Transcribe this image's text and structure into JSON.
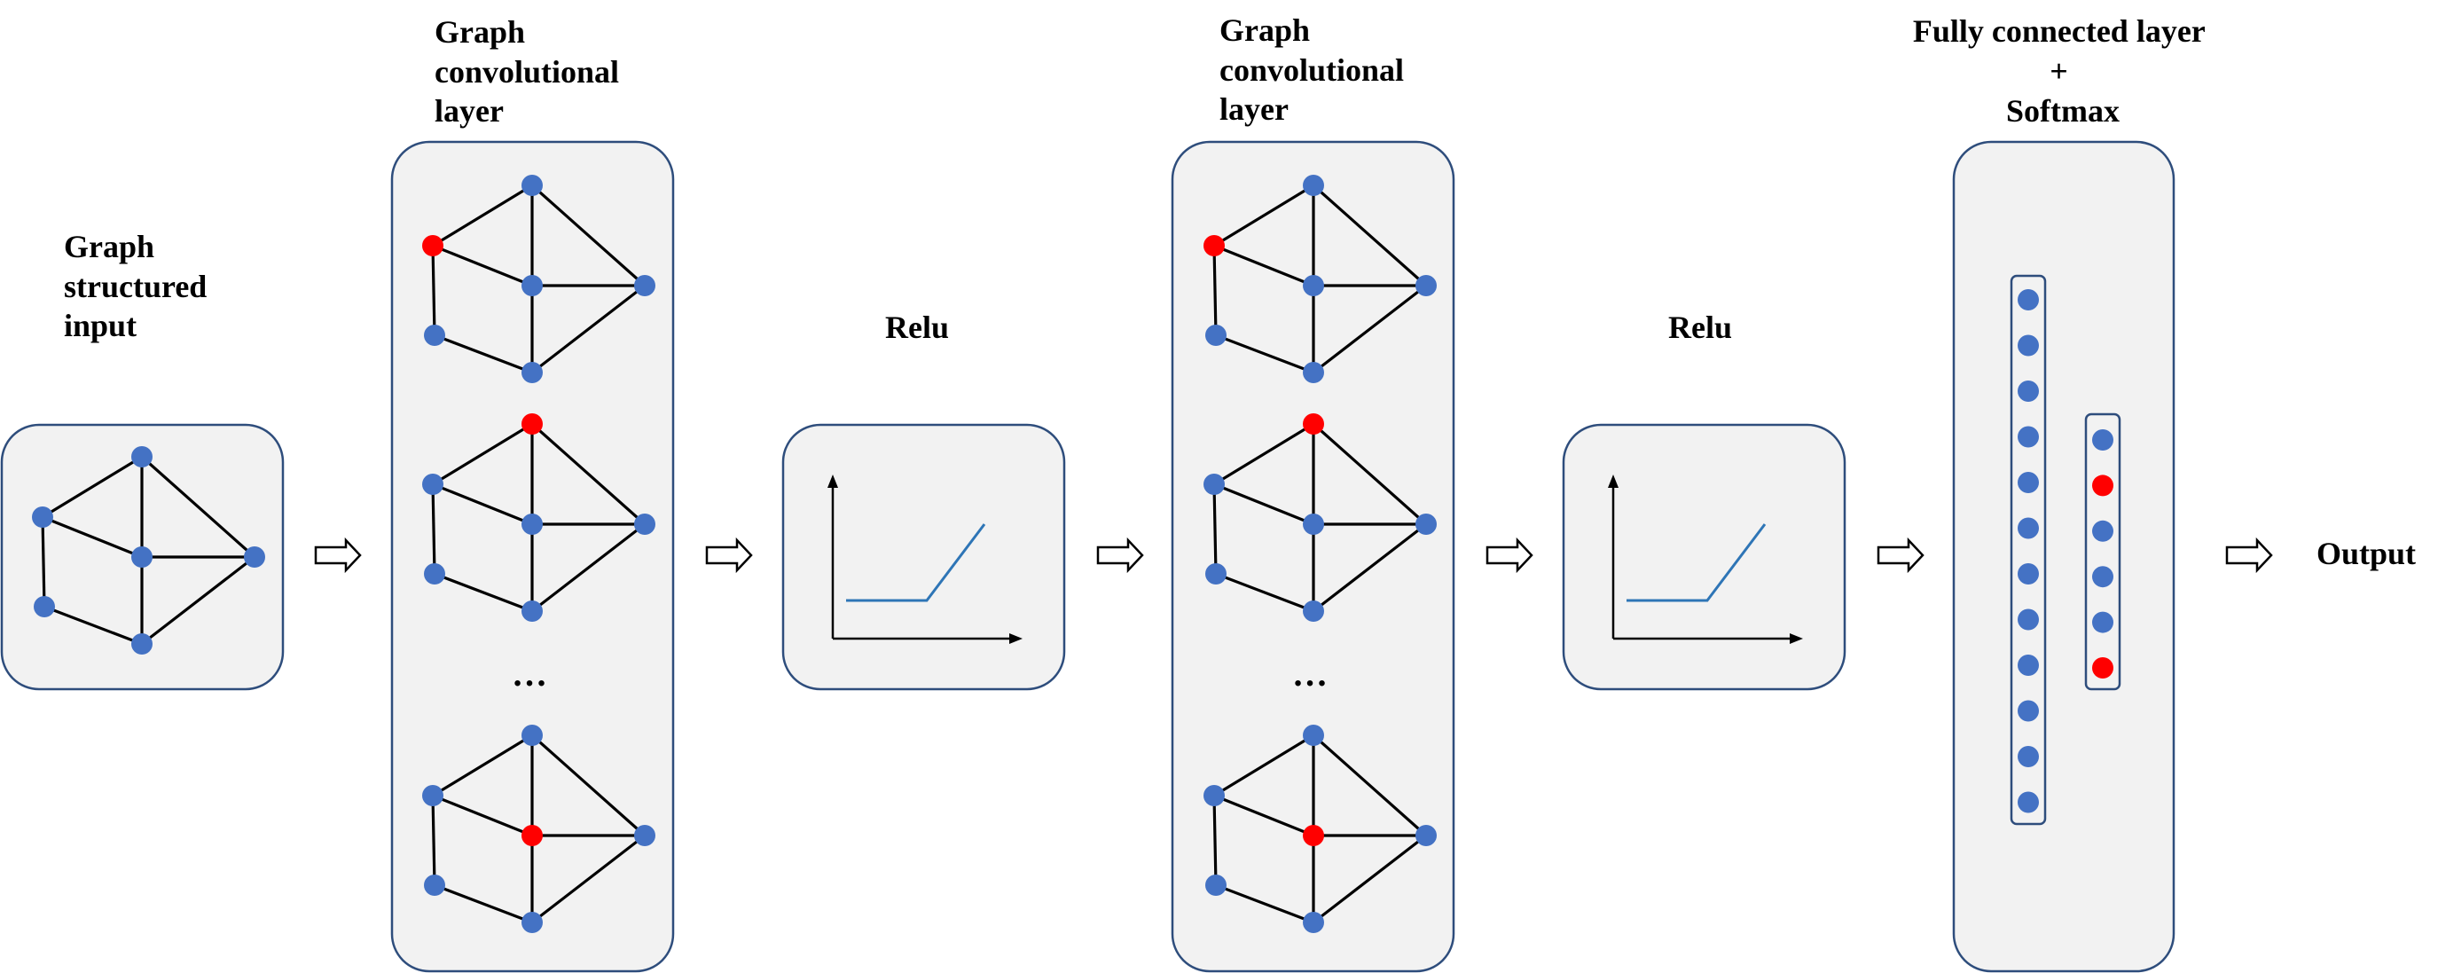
{
  "stages": {
    "input": {
      "label_lines": [
        "Graph",
        "structured",
        "input"
      ]
    },
    "gcn1": {
      "label_lines": [
        "Graph",
        "convolutional",
        "layer"
      ],
      "ellipsis": "…",
      "highlighted_nodes": [
        1,
        0,
        2
      ]
    },
    "relu1": {
      "label": "Relu"
    },
    "gcn2": {
      "label_lines": [
        "Graph",
        "convolutional",
        "layer"
      ],
      "ellipsis": "…",
      "highlighted_nodes": [
        1,
        0,
        2
      ]
    },
    "relu2": {
      "label": "Relu"
    },
    "fc": {
      "label_lines": [
        "Fully connected layer",
        "+",
        "Softmax"
      ],
      "hidden_units": 12,
      "output_units": [
        "blue",
        "red",
        "blue",
        "blue",
        "blue",
        "red"
      ]
    },
    "output": {
      "label": "Output"
    }
  },
  "colors": {
    "node": "#4472c4",
    "highlight": "#ff0000",
    "panel_fill": "#f2f2f2",
    "panel_border": "#2e4d7c",
    "relu_curve": "#2e75b6"
  }
}
